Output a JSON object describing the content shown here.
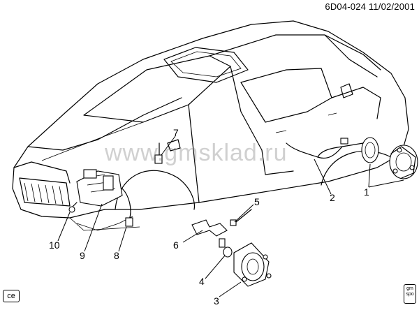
{
  "header": {
    "ref": "6D04-024  11/02/2001"
  },
  "watermark": {
    "text": "www.gmsklad.ru"
  },
  "badges": {
    "ce": "ce",
    "logo_lines": [
      "gm",
      "spo"
    ]
  },
  "callouts": [
    {
      "id": "1",
      "label": "1"
    },
    {
      "id": "2",
      "label": "2"
    },
    {
      "id": "3",
      "label": "3"
    },
    {
      "id": "4",
      "label": "4"
    },
    {
      "id": "5",
      "label": "5"
    },
    {
      "id": "6",
      "label": "6"
    },
    {
      "id": "7",
      "label": "7"
    },
    {
      "id": "8",
      "label": "8"
    },
    {
      "id": "9",
      "label": "9"
    },
    {
      "id": "10",
      "label": "10"
    }
  ]
}
